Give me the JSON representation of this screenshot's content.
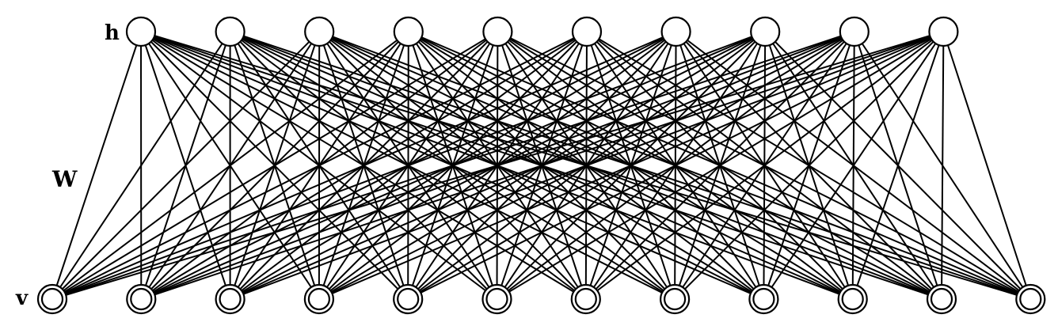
{
  "diagram": {
    "hidden_layer": {
      "label": "h",
      "unit_count": 10,
      "unit_style": "single-circle"
    },
    "visible_layer": {
      "label": "v",
      "unit_count": 12,
      "unit_style": "double-circle"
    },
    "weights": {
      "label": "W",
      "connectivity": "fully-connected"
    },
    "colors": {
      "line": "#000000",
      "node_fill": "#ffffff",
      "background": "#ffffff"
    }
  }
}
